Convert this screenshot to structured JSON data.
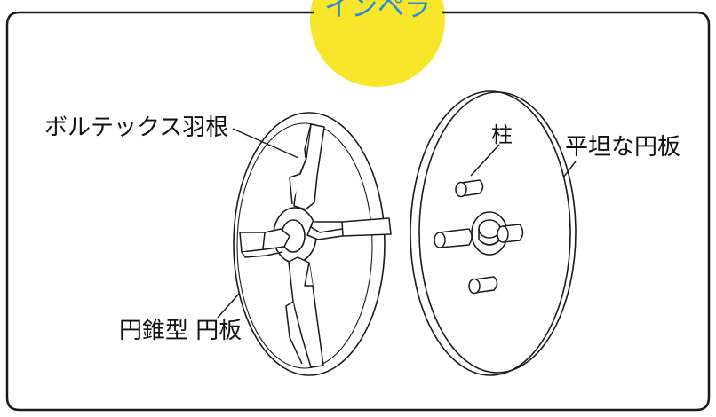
{
  "title": "インペラ",
  "labels": {
    "vortex_blade": "ボルテックス羽根",
    "conical_disc": "円錐型 円板",
    "pillar": "柱",
    "flat_disc": "平坦な円板"
  },
  "colors": {
    "title_badge": "#f7e62a",
    "title_text": "#2a8ad9",
    "frame": "#1a1a1a",
    "line": "#1a1a1a"
  }
}
